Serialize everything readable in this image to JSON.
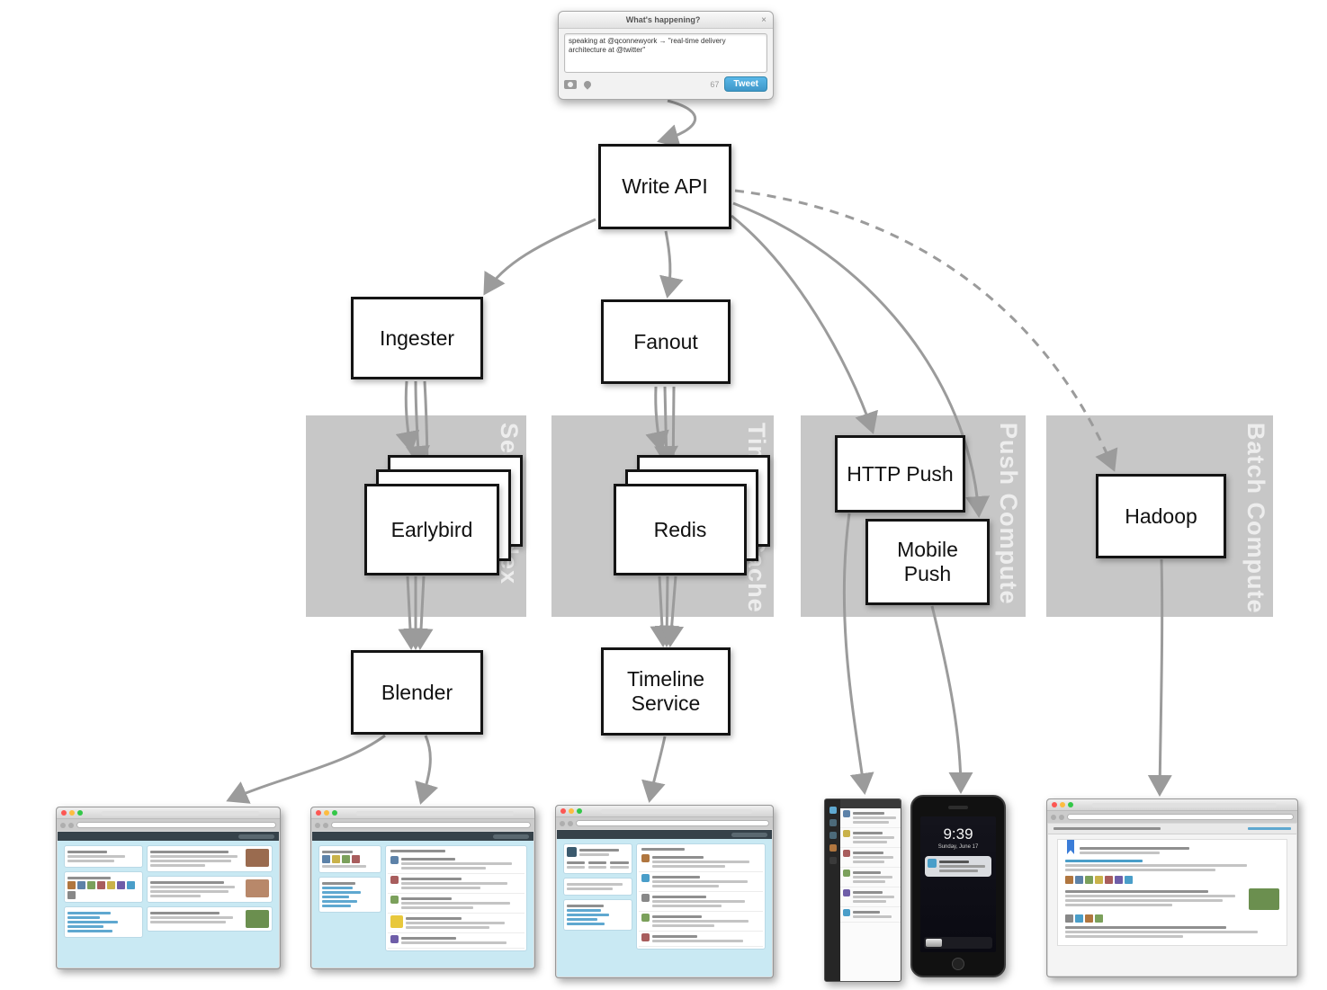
{
  "compose": {
    "title": "What's happening?",
    "close": "×",
    "text": "speaking at @qconnewyork → \"real-time delivery architecture at @twitter\"",
    "char_count": "67",
    "tweet_button": "Tweet"
  },
  "nodes": {
    "write_api": "Write API",
    "ingester": "Ingester",
    "fanout": "Fanout",
    "earlybird": "Earlybird",
    "redis": "Redis",
    "http_push": "HTTP Push",
    "mobile_push": "Mobile Push",
    "hadoop": "Hadoop",
    "blender": "Blender",
    "timeline_service": "Timeline Service"
  },
  "groups": {
    "search_index": "Search Index",
    "timeline_cache": "Timeline Cache",
    "push_compute": "Push Compute",
    "batch_compute": "Batch Compute"
  },
  "phone": {
    "time": "9:39",
    "date": "Sunday, June 17"
  },
  "colors": {
    "arrow": "#9b9b9b",
    "group_bg": "#c7c7c7",
    "tweet_blue": "#4cacdc",
    "node_border": "#141414"
  }
}
